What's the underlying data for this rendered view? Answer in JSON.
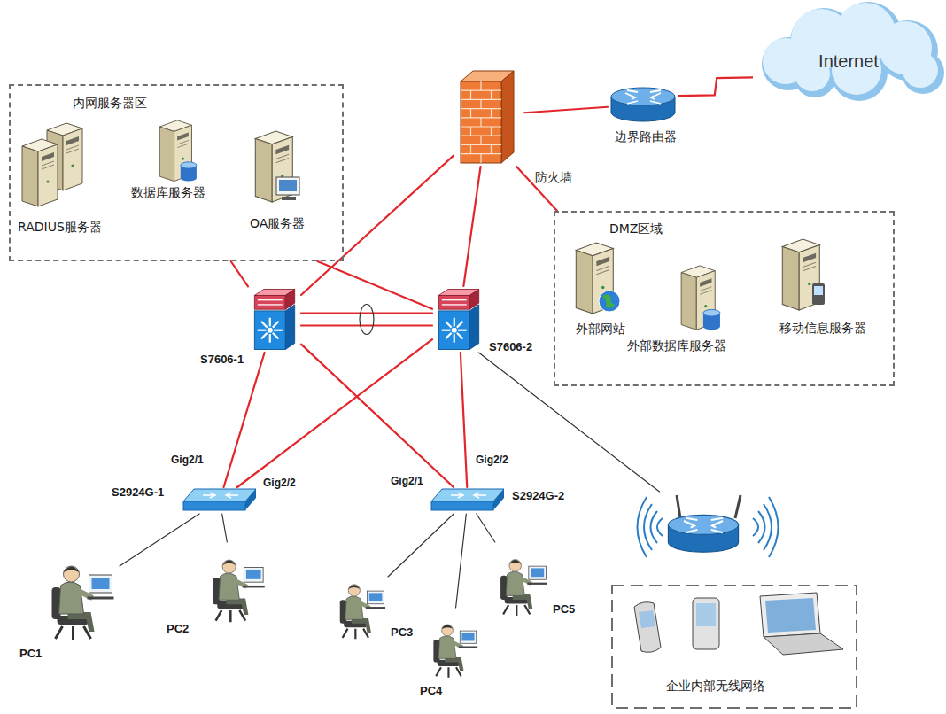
{
  "diagram": {
    "nodes": [
      {
        "text": [
          "内网服务器区"
        ]
      },
      {
        "text": [
          "RADIUS服务器"
        ],
        "in": 0
      },
      {
        "text": [
          "数据库服务器"
        ],
        "in": 0
      },
      {
        "text": [
          "OA服务器"
        ],
        "in": 0
      },
      {
        "text": [
          "防火墙"
        ]
      },
      {
        "text": [
          "边界路由器"
        ]
      },
      {
        "text": [
          "Internet"
        ]
      },
      {
        "text": [
          "DMZ区域"
        ]
      },
      {
        "text": [
          "外部网站"
        ],
        "in": 7
      },
      {
        "text": [
          "外部数据库服务器"
        ],
        "in": 7
      },
      {
        "text": [
          "移动信息服务器"
        ],
        "in": 7
      },
      {
        "text": [
          "S7606-1"
        ]
      },
      {
        "text": [
          "S7606-2"
        ]
      },
      {
        "text": [
          "S2924G-1"
        ]
      },
      {
        "text": [
          "S2924G-2"
        ]
      },
      {
        "text": [
          "企业内部无线网络"
        ]
      },
      {
        "text": [
          "PC1"
        ]
      },
      {
        "text": [
          "PC2"
        ]
      },
      {
        "text": [
          "PC3"
        ]
      },
      {
        "text": [
          "PC4"
        ]
      },
      {
        "text": [
          "PC5"
        ]
      }
    ],
    "edges": [
      {
        "from": 6,
        "to": 5,
        "arrow": "none"
      },
      {
        "from": 5,
        "to": 4,
        "arrow": "none"
      },
      {
        "from": 4,
        "to": 7,
        "arrow": "none"
      },
      {
        "from": 4,
        "to": 11,
        "arrow": "none"
      },
      {
        "from": 4,
        "to": 12,
        "arrow": "none"
      },
      {
        "from": 0,
        "to": 11,
        "arrow": "none"
      },
      {
        "from": 0,
        "to": 12,
        "arrow": "none"
      },
      {
        "from": 11,
        "to": 12,
        "arrow": "none"
      },
      {
        "from": 11,
        "to": 13,
        "arrow": "none"
      },
      {
        "from": 11,
        "to": 14,
        "arrow": "none"
      },
      {
        "from": 12,
        "to": 13,
        "arrow": "none"
      },
      {
        "from": 12,
        "to": 14,
        "arrow": "none"
      },
      {
        "from": 12,
        "to": 15,
        "arrow": "none"
      },
      {
        "from": 13,
        "to": 16,
        "arrow": "none"
      },
      {
        "from": 13,
        "to": 17,
        "arrow": "none"
      },
      {
        "from": 14,
        "to": 18,
        "arrow": "none"
      },
      {
        "from": 14,
        "to": 19,
        "arrow": "none"
      },
      {
        "from": 14,
        "to": 20,
        "arrow": "none"
      }
    ],
    "labels": [
      "Gig2/1",
      "Gig2/2",
      "Gig2/1",
      "Gig2/2"
    ]
  }
}
